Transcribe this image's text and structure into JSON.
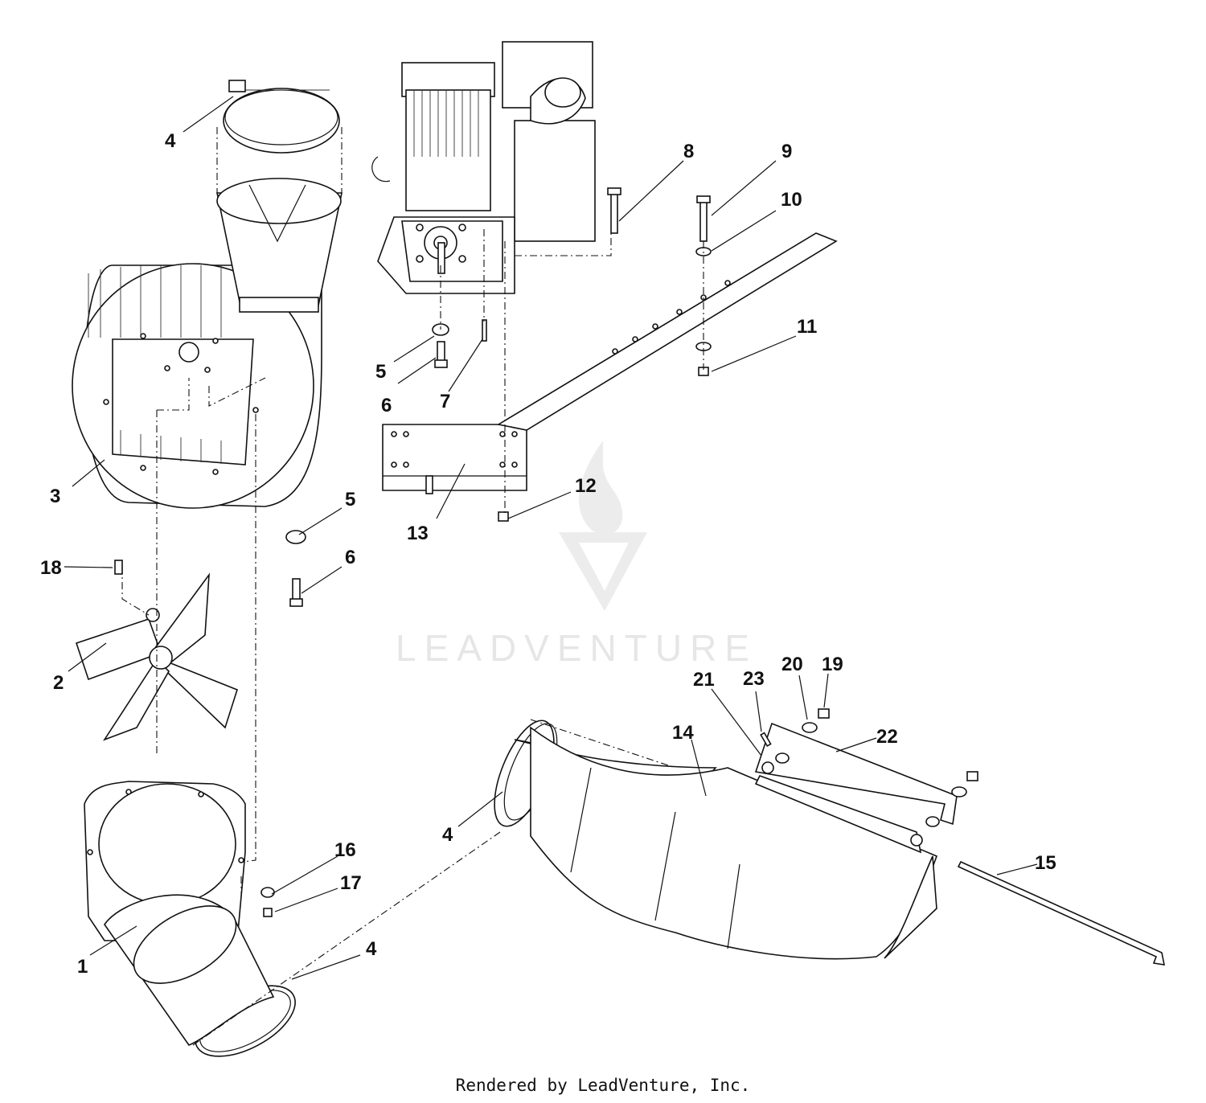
{
  "watermark": {
    "brand": "LEADVENTURE"
  },
  "footer": {
    "rendered_by": "Rendered by LeadVenture, Inc."
  },
  "callouts": {
    "c1": "1",
    "c2": "2",
    "c3": "3",
    "c4a": "4",
    "c4b": "4",
    "c4c": "4",
    "c5a": "5",
    "c5b": "5",
    "c6a": "6",
    "c6b": "6",
    "c7": "7",
    "c8": "8",
    "c9": "9",
    "c10": "10",
    "c11": "11",
    "c12": "12",
    "c13": "13",
    "c14": "14",
    "c15": "15",
    "c16": "16",
    "c17": "17",
    "c18": "18",
    "c19": "19",
    "c20": "20",
    "c21": "21",
    "c22": "22",
    "c23": "23"
  }
}
